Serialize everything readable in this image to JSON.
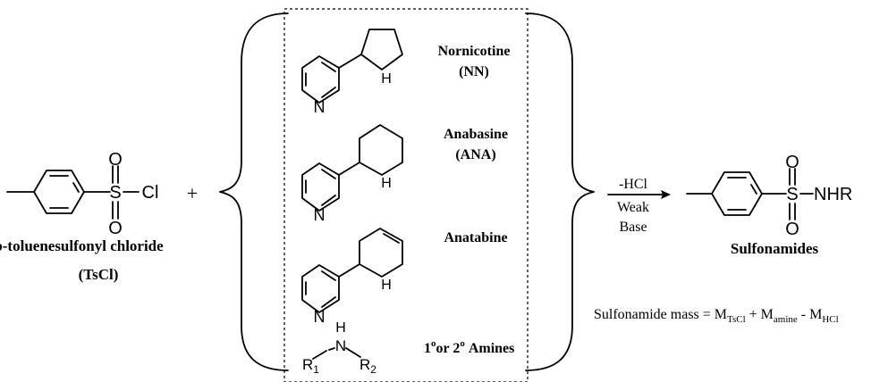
{
  "reagent": {
    "atom_s": "S",
    "atom_o_top": "O",
    "atom_o_bottom": "O",
    "atom_cl": "Cl",
    "name": "p-toluenesulfonyl chloride",
    "abbr": "(TsCl)"
  },
  "plus_sign": "+",
  "amines": [
    {
      "name": "Nornicotine",
      "abbr": "(NN)",
      "atom_n_ring": "N",
      "atom_nh": "H"
    },
    {
      "name": "Anabasine",
      "abbr": "(ANA)",
      "atom_n_ring": "N",
      "atom_nh": "H"
    },
    {
      "name": "Anatabine",
      "abbr": "",
      "atom_n_ring": "N",
      "atom_nh": "H"
    },
    {
      "name_part1": "1",
      "sup1": "o",
      "name_part2": "or 2",
      "sup2": "o",
      "name_part3": "Amines",
      "atom_n": "N",
      "atom_h": "H",
      "r1": "R",
      "r1_sub": "1",
      "r2": "R",
      "r2_sub": "2"
    }
  ],
  "conditions": {
    "line1": "-HCl",
    "line2": "Weak",
    "line3": "Base"
  },
  "product": {
    "atom_s": "S",
    "atom_o_top": "O",
    "atom_o_bottom": "O",
    "group": "NHR",
    "name": "Sulfonamides"
  },
  "equation": {
    "lhs": "Sulfonamide mass = M",
    "sub1": "TsCl",
    "plus": " + M",
    "sub2": "amine",
    "minus": " - M",
    "sub3": "HCl"
  },
  "colors": {
    "ink": "#000000",
    "background": "#ffffff"
  }
}
